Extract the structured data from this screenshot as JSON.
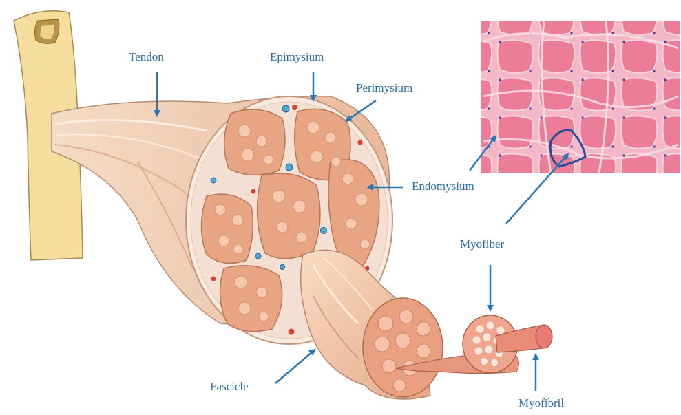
{
  "labels": {
    "tendon": "Tendon",
    "epimysium": "Epimysium",
    "perimysium": "Perimysium",
    "endomysium": "Endomysium",
    "myofiber": "Myofiber",
    "fascicle": "Fascicle",
    "myofibril": "Myofibril"
  },
  "colors": {
    "label_text": "#2b6fa6",
    "arrow": "#2a75b6",
    "bone": "#f5dd9e",
    "tendon": "#eec9ad",
    "muscle": "#efc8ad",
    "fascicle_fill": "#e7a583",
    "histology_bg": "#e98ba9",
    "histology_cell": "#eb7c97"
  }
}
